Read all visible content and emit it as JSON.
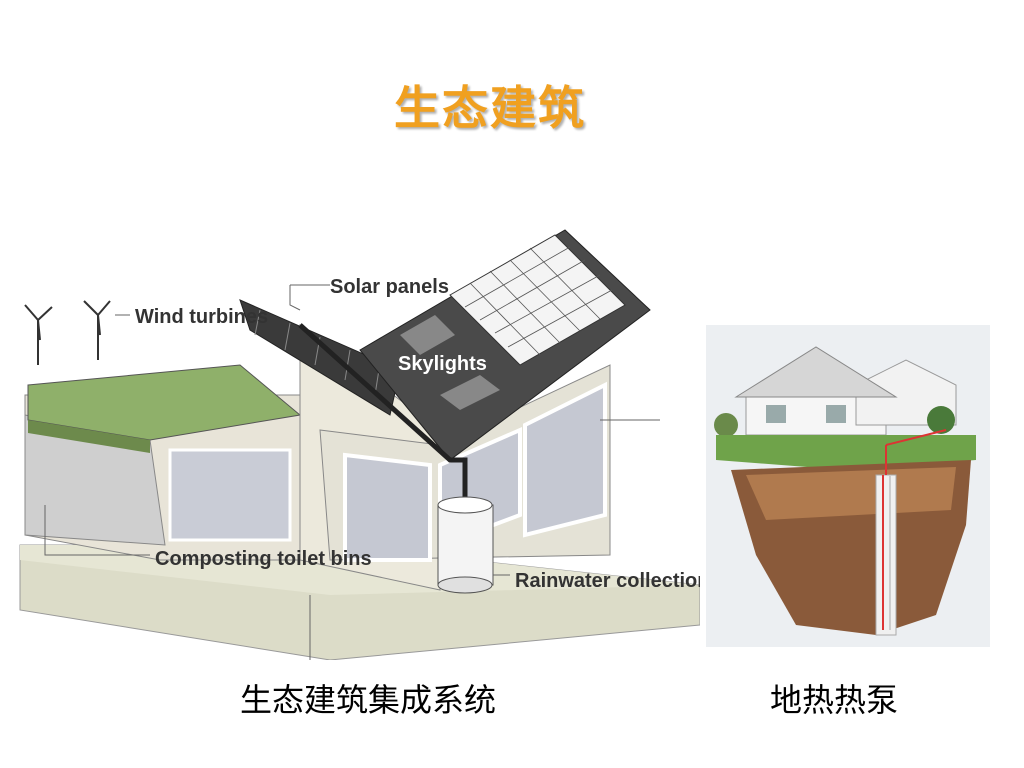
{
  "slide": {
    "title": "生态建筑"
  },
  "house_figure": {
    "labels": {
      "wind": "Wind turbines",
      "solar": "Solar panels",
      "skylights": "Skylights",
      "compost": "Composting toilet bins",
      "rain": "Rainwater collection"
    },
    "caption": "生态建筑集成系统"
  },
  "pump_figure": {
    "caption": "地热热泵"
  }
}
